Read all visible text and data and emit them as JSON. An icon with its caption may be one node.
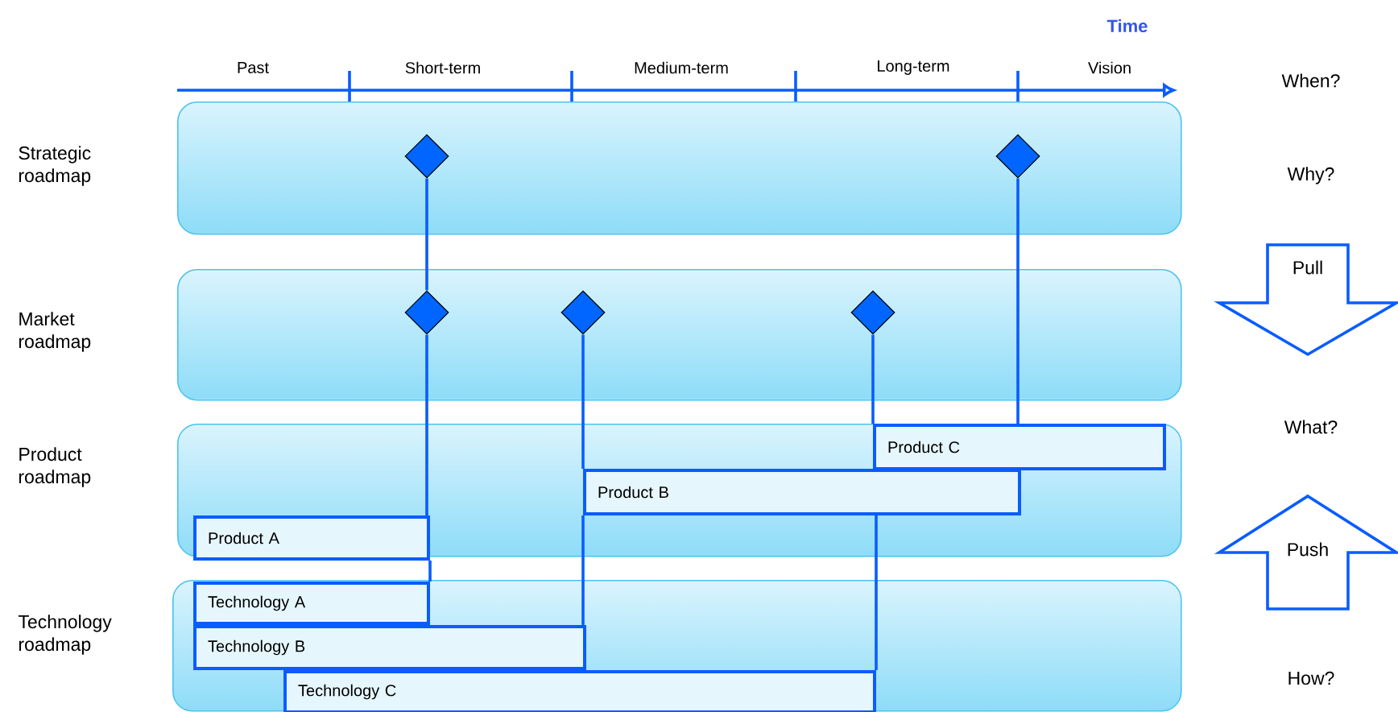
{
  "diagram": {
    "nodes": [
      {
        "text": [
          "Strategic roadmap"
        ]
      },
      {
        "text": [
          "Market roadmap"
        ]
      },
      {
        "text": [
          "Product roadmap"
        ]
      },
      {
        "text": [
          "Technology roadmap"
        ]
      },
      {
        "text": [],
        "shape": "diamond",
        "in": 0
      },
      {
        "text": [],
        "shape": "diamond",
        "in": 0
      },
      {
        "text": [],
        "shape": "diamond",
        "in": 1
      },
      {
        "text": [],
        "shape": "diamond",
        "in": 1
      },
      {
        "text": [],
        "shape": "diamond",
        "in": 1
      },
      {
        "text": [
          "Product C"
        ],
        "in": 2
      },
      {
        "text": [
          "Product B"
        ],
        "in": 2
      },
      {
        "text": [
          "Product A"
        ],
        "in": 2
      },
      {
        "text": [
          "Technology A"
        ],
        "in": 3
      },
      {
        "text": [
          "Technology B"
        ],
        "in": 3
      },
      {
        "text": [
          "Technology C"
        ],
        "in": 3
      },
      {
        "text": [
          "Pull"
        ]
      },
      {
        "text": [
          "Push"
        ]
      }
    ],
    "edges": [
      {
        "from": 4,
        "to": 6,
        "arrow": "none"
      },
      {
        "from": 6,
        "to": 11,
        "arrow": "none"
      },
      {
        "from": 11,
        "to": 12,
        "arrow": "none"
      },
      {
        "from": 7,
        "to": 10,
        "arrow": "none"
      },
      {
        "from": 10,
        "to": 13,
        "arrow": "none"
      },
      {
        "from": 8,
        "to": 9,
        "arrow": "none"
      },
      {
        "from": 10,
        "to": 14,
        "arrow": "none"
      },
      {
        "from": 5,
        "to": 9,
        "arrow": "none"
      }
    ],
    "labels": [
      "Time",
      "Past",
      "Short-term",
      "Medium-term",
      "Long-term",
      "Vision",
      "When?",
      "Why?",
      "What?",
      "How?"
    ]
  }
}
